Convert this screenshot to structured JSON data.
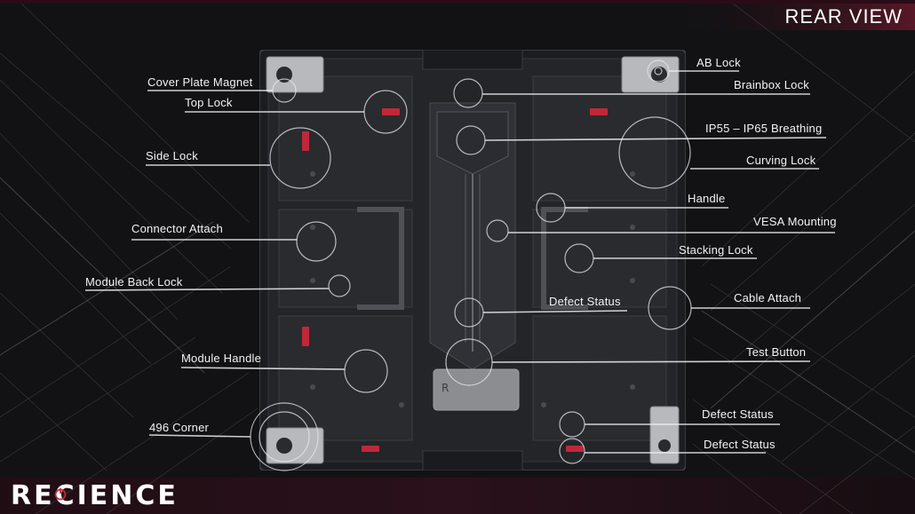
{
  "header": {
    "title": "REAR VIEW"
  },
  "brand": {
    "logo_text": "RECIENCE"
  },
  "colors": {
    "accent_red": "#c0283a",
    "background": "#121214",
    "panel_metal": "#2b2c30"
  },
  "callouts": {
    "cover_plate_magnet": "Cover Plate Magnet",
    "top_lock": "Top Lock",
    "side_lock": "Side Lock",
    "connector_attach": "Connector Attach",
    "module_back_lock": "Module Back Lock",
    "module_handle": "Module Handle",
    "corner_496": "496 Corner",
    "ab_lock": "AB Lock",
    "brainbox_lock": "Brainbox Lock",
    "breathing": "IP55 – IP65 Breathing",
    "curving_lock": "Curving Lock",
    "handle": "Handle",
    "vesa_mounting": "VESA Mounting",
    "stacking_lock": "Stacking Lock",
    "defect_status_center": "Defect Status",
    "cable_attach": "Cable Attach",
    "test_button": "Test Button",
    "defect_status_1": "Defect Status",
    "defect_status_2": "Defect Status"
  }
}
